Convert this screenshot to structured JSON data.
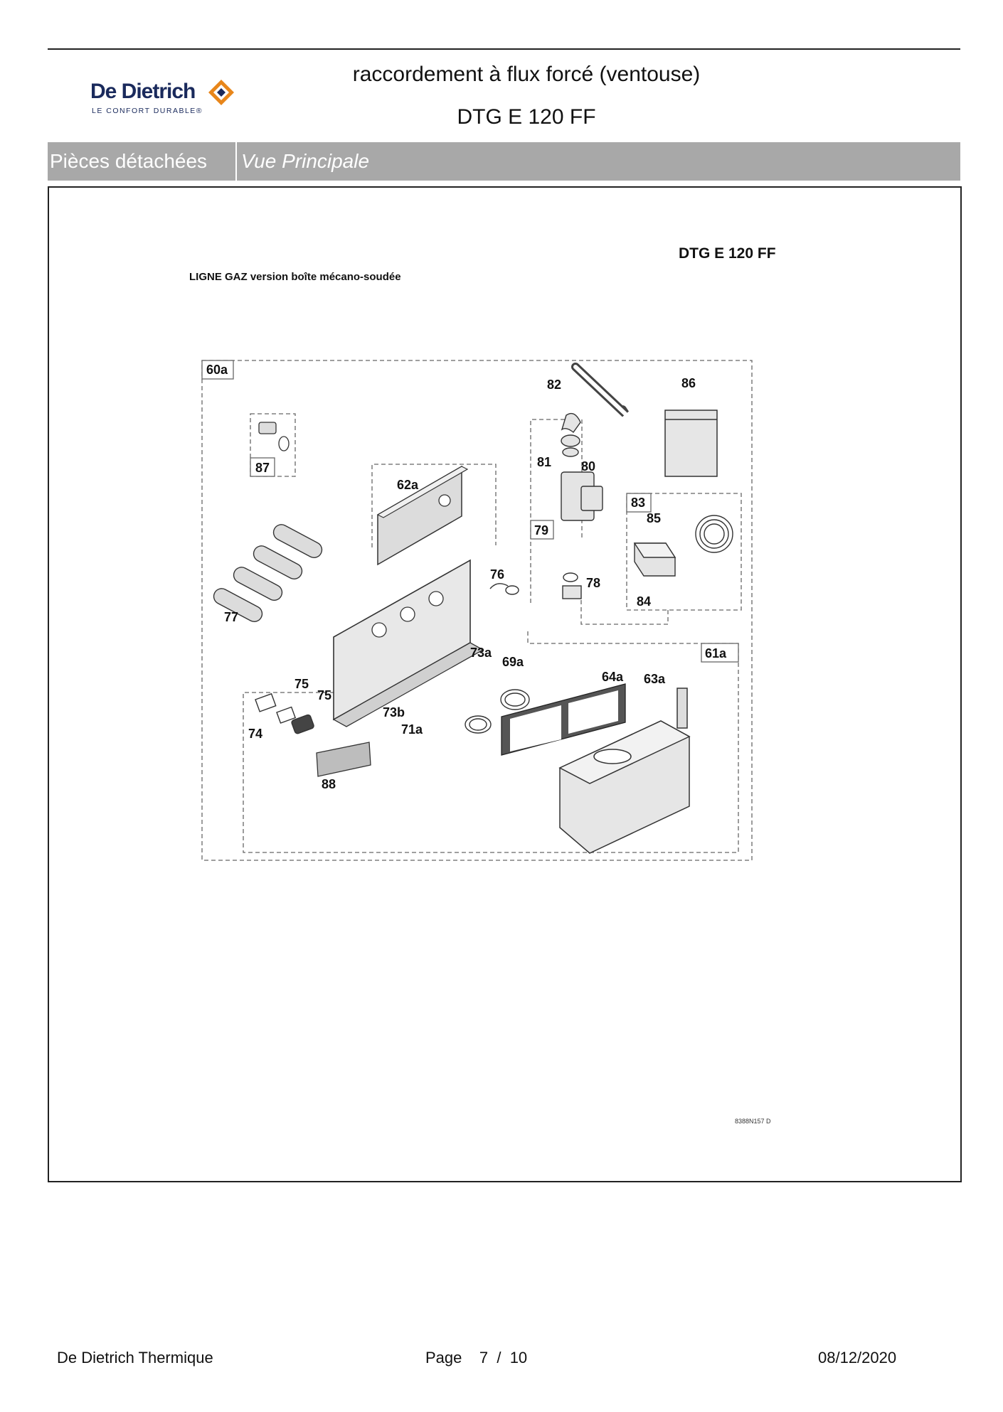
{
  "header": {
    "brand": "De Dietrich",
    "tagline": "LE CONFORT DURABLE®",
    "title": "raccordement à flux forcé (ventouse)",
    "model": "DTG E 120 FF"
  },
  "bar": {
    "section": "Pièces détachées",
    "view": "Vue Principale"
  },
  "diagram": {
    "model_label": "DTG E 120 FF",
    "subtitle": "LIGNE GAZ version boîte mécano-soudée",
    "ref_code": "8388N157 D",
    "part_labels": [
      "60a",
      "82",
      "86",
      "87",
      "81",
      "80",
      "62a",
      "83",
      "85",
      "79",
      "76",
      "78",
      "84",
      "77",
      "61a",
      "73a",
      "69a",
      "64a",
      "63a",
      "75",
      "75",
      "74",
      "73b",
      "71a",
      "88"
    ]
  },
  "footer": {
    "company": "De Dietrich Thermique",
    "page_label": "Page",
    "page_current": "7",
    "page_sep": "/",
    "page_total": "10",
    "date": "08/12/2020"
  },
  "colors": {
    "bar": "#a8a8a8",
    "brand_blue": "#1a2a5c",
    "brand_orange": "#e8861a"
  }
}
